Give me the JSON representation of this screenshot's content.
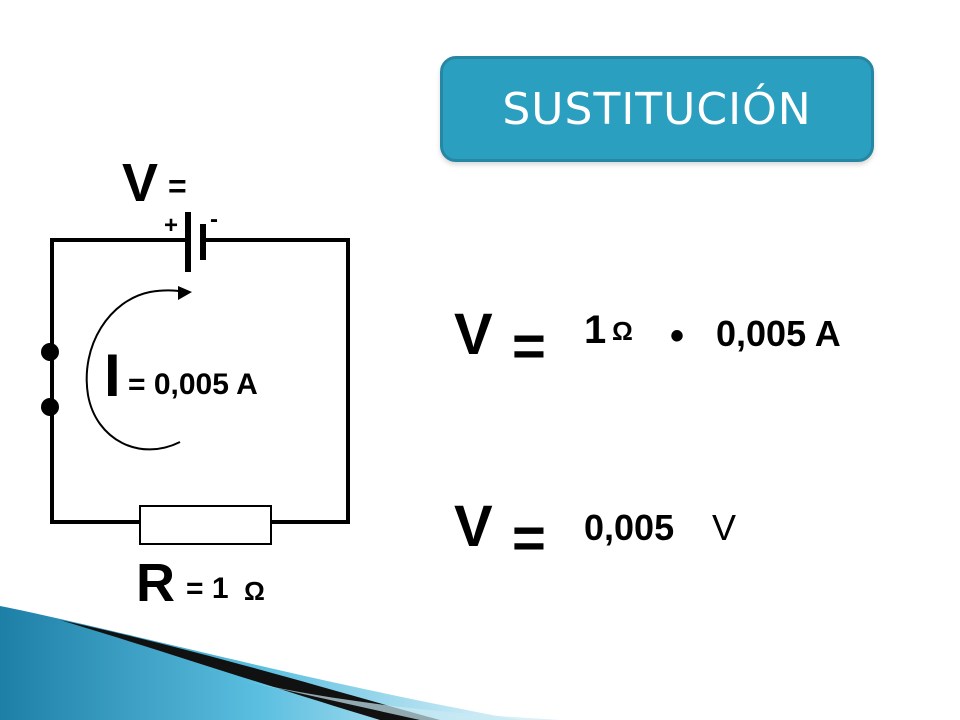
{
  "slide": {
    "title": "SUSTITUCIÓN"
  },
  "circuit": {
    "voltage_label": "V",
    "voltage_eq": "=",
    "battery_plus": "+",
    "battery_minus": "-",
    "current_label": "I",
    "current_value": "= 0,005 A",
    "resistance_label": "R",
    "resistance_value": "= 1",
    "ohm_symbol": "Ω"
  },
  "equations": {
    "line1": {
      "lhs": "V",
      "eq": "=",
      "resistance": "1",
      "ohm": "Ω",
      "dot": "•",
      "current": "0,005 A"
    },
    "line2": {
      "lhs": "V",
      "eq": "=",
      "result_value": "0,005",
      "result_unit": "V"
    }
  },
  "colors": {
    "accent": "#2b9fbf",
    "accent_border": "#2587a3",
    "text": "#000000"
  }
}
